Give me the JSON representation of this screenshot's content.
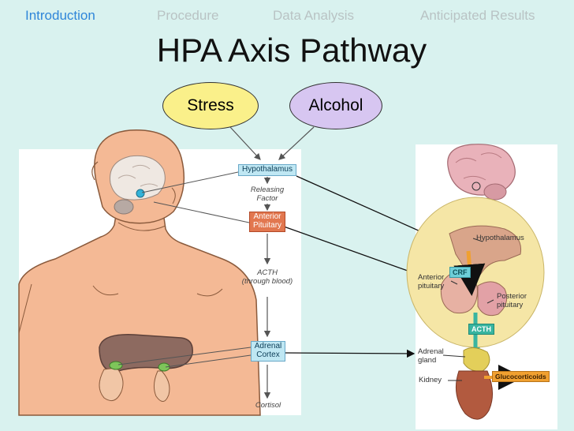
{
  "nav": {
    "items": [
      "Introduction",
      "Procedure",
      "Data Analysis",
      "Anticipated Results"
    ],
    "active": "Introduction"
  },
  "title": "HPA Axis Pathway",
  "triggers": {
    "stress": "Stress",
    "alcohol": "Alcohol"
  },
  "flow": {
    "hypothalamus": "Hypothalamus",
    "releasing_factor": [
      "Releasing",
      "Factor"
    ],
    "anterior_pituitary": [
      "Anterior",
      "Pituitary"
    ],
    "acth": [
      "ACTH",
      "(through blood)"
    ],
    "adrenal_cortex": [
      "Adrenal",
      "Cortex"
    ],
    "cortisol": "Cortisol"
  },
  "detail": {
    "hypothalamus": "Hypothalamus",
    "crf": "CRF",
    "anterior_pituitary": [
      "Anterior",
      "pituitary"
    ],
    "posterior_pituitary": [
      "Posterior",
      "pituitary"
    ],
    "acth": "ACTH",
    "adrenal_gland": [
      "Adrenal",
      "gland"
    ],
    "kidney": "Kidney",
    "glucocorticoids": "Glucocorticoids"
  },
  "colors": {
    "background": "#d9f2ef",
    "nav_active": "#2f86d9",
    "nav_inactive": "#b9c3c4",
    "stress_fill": "#faf08a",
    "alcohol_fill": "#d7c6f1",
    "hypothalamus_box": "#bfe7f3",
    "pituitary_box": "#e2774f",
    "skin": "#f4b995"
  }
}
